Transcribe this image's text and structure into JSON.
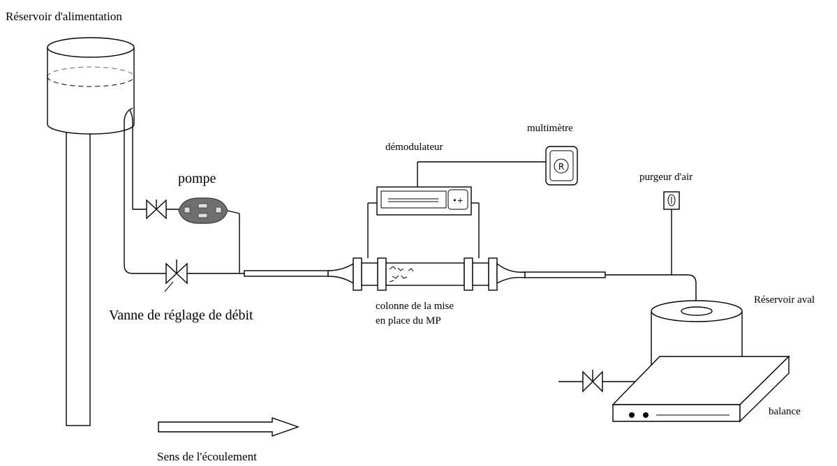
{
  "labels": {
    "feed_tank": "Réservoir d'alimentation",
    "pump": "pompe",
    "flow_valve": "Vanne de réglage de débit",
    "demodulator": "démodulateur",
    "multimeter": "multimètre",
    "air_vent": "purgeur d'air",
    "column_line1": "colonne de la mise",
    "column_line2": "en place du MP",
    "downstream_tank": "Réservoir aval",
    "balance": "balance",
    "flow_direction": "Sens de l'écoulement"
  }
}
